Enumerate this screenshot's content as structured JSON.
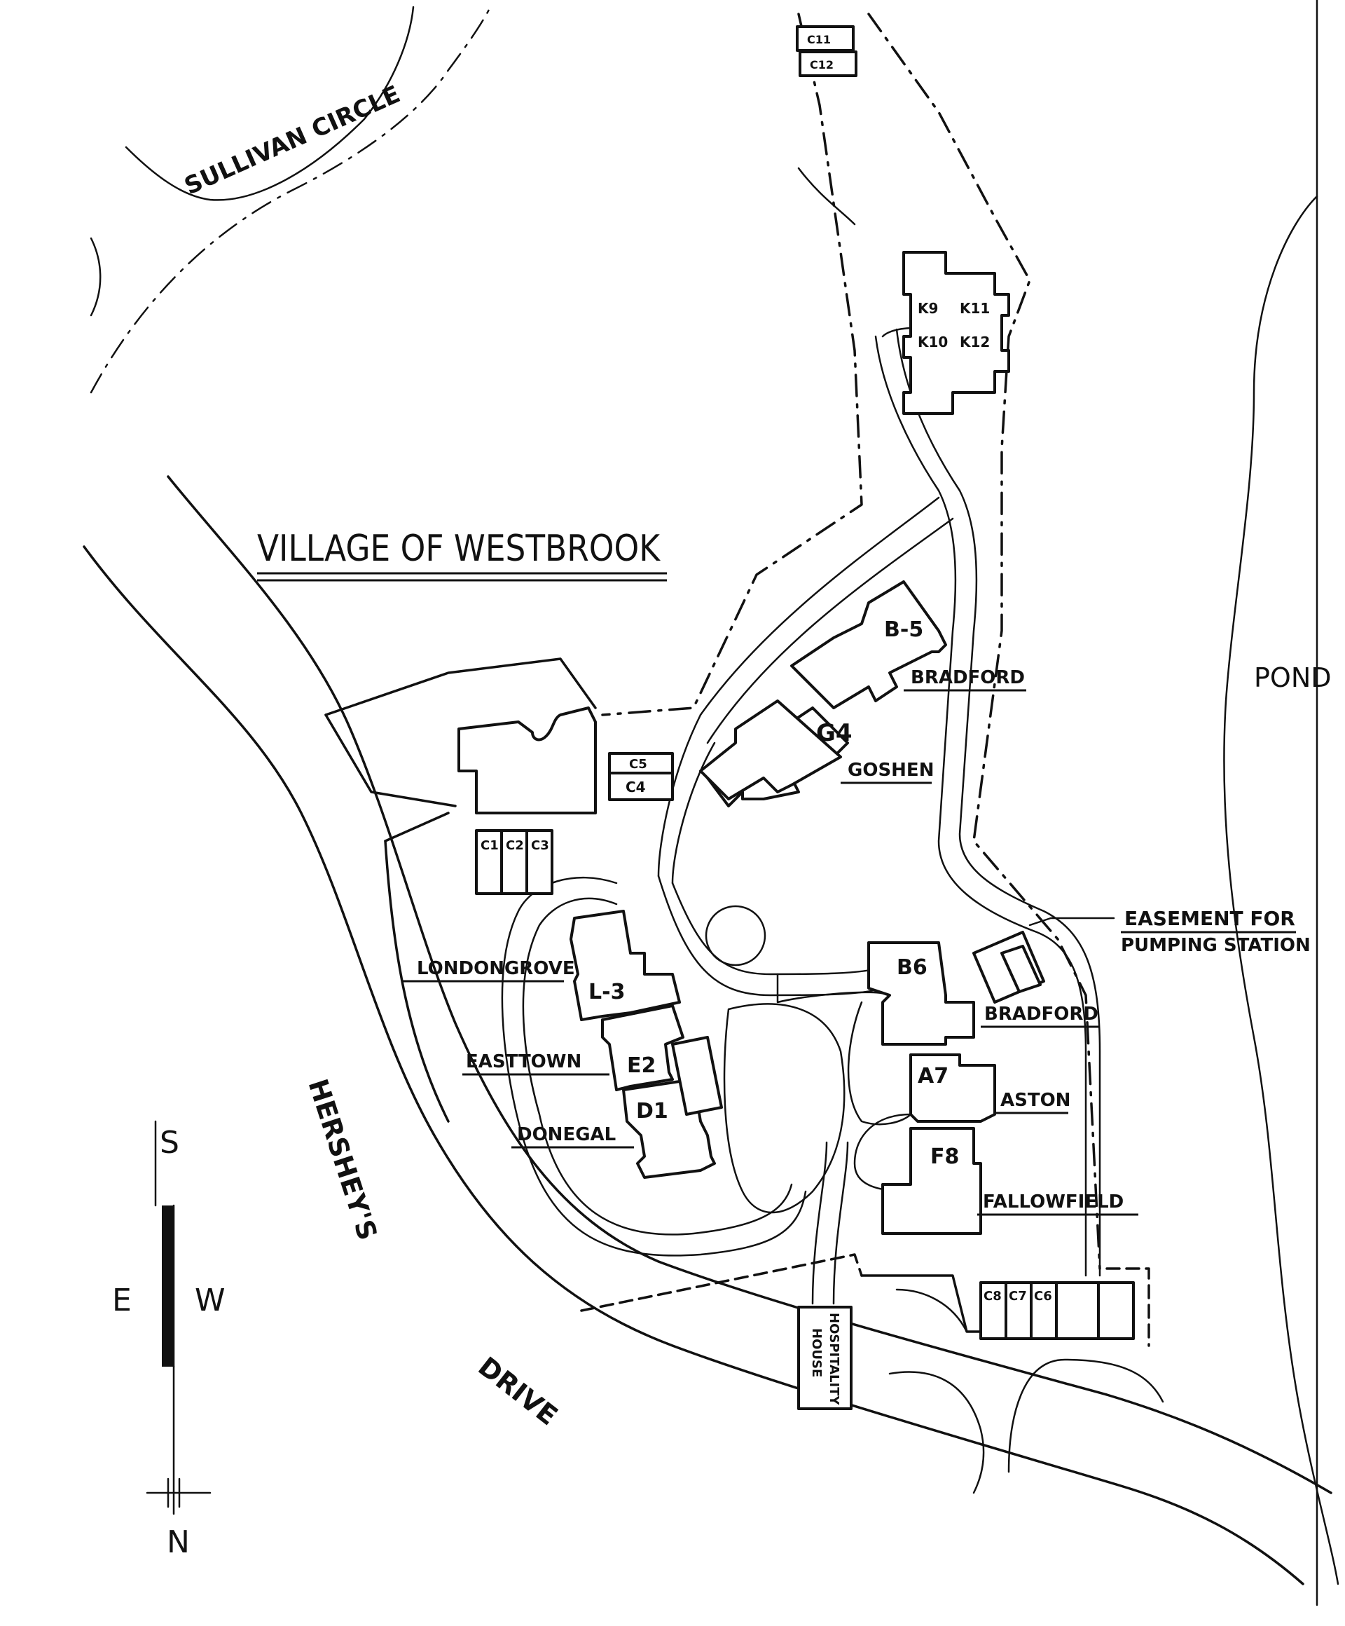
{
  "map": {
    "title": "VILLAGE OF WESTBROOK",
    "roads": {
      "sullivan": "SULLIVAN CIRCLE",
      "hersheys": "HERSHEY'S",
      "drive": "DRIVE"
    },
    "pond": "POND",
    "easement_line1": "EASEMENT FOR",
    "easement_line2": "PUMPING STATION",
    "compass": {
      "s": "S",
      "e": "E",
      "w": "W",
      "n": "N"
    },
    "building_labels": {
      "b5": "B-5",
      "g4": "G4",
      "b6": "B6",
      "a7": "A7",
      "f8": "F8",
      "l3": "L-3",
      "e2": "E2",
      "d1": "D1",
      "k9": "K9",
      "k11": "K11",
      "k10": "K10",
      "k12": "K12",
      "c1": "C1",
      "c2": "C2",
      "c3": "C3",
      "c4": "C4",
      "c5": "C5",
      "c6": "C6",
      "c7": "C7",
      "c8": "C8",
      "c11": "C11",
      "c12": "C12"
    },
    "hospitality_line1": "HOSPITALITY",
    "hospitality_line2": "HOUSE",
    "names": {
      "bradford_top": "BRADFORD",
      "goshen": "GOSHEN",
      "londongrove": "LONDONGROVE",
      "easttown": "EASTTOWN",
      "donegal": "DONEGAL",
      "bradford_mid": "BRADFORD",
      "aston": "ASTON",
      "fallowfield": "FALLOWFIELD"
    }
  }
}
